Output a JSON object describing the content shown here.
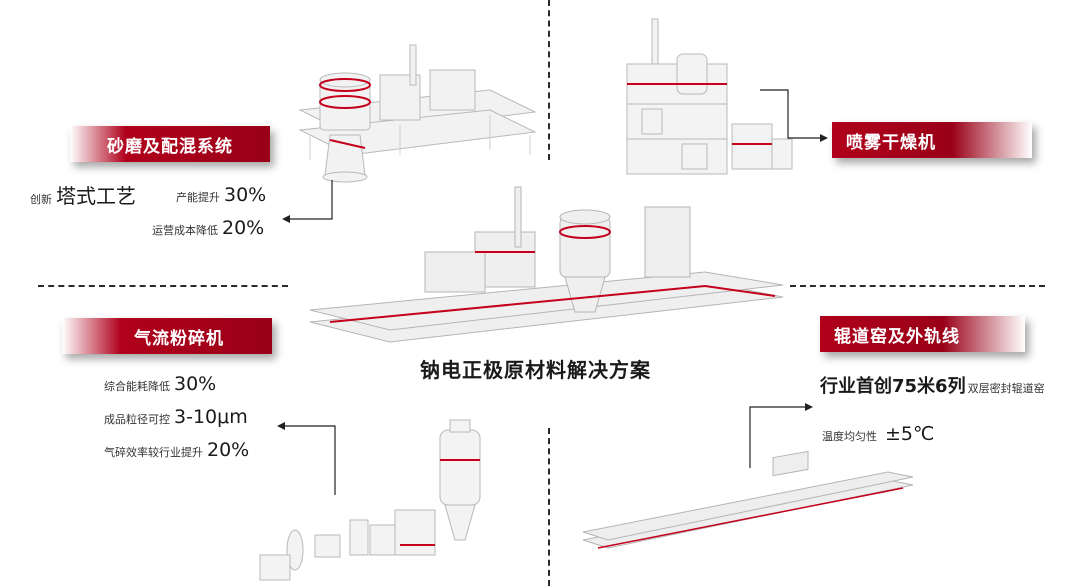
{
  "center_title": "钠电正极原材料解决方案",
  "sections": {
    "grinding": {
      "banner": "砂磨及配混系统",
      "stats": [
        {
          "label": "创新",
          "value": "塔式工艺"
        },
        {
          "label": "产能提升",
          "value": "30%"
        },
        {
          "label": "运营成本降低",
          "value": "20%"
        }
      ]
    },
    "spray": {
      "banner": "喷雾干燥机"
    },
    "airflow": {
      "banner": "气流粉碎机",
      "stats": [
        {
          "label": "综合能耗降低",
          "value": "30%"
        },
        {
          "label": "成品粒径可控",
          "value": "3-10μm"
        },
        {
          "label": "气碎效率较行业提升",
          "value": "20%"
        }
      ]
    },
    "kiln": {
      "banner": "辊道窑及外轨线",
      "headline": "行业首创75米6列",
      "headline_suffix": "双层密封辊道窑",
      "stats": [
        {
          "label": "温度均匀性",
          "value": "±5℃"
        }
      ]
    }
  },
  "colors": {
    "accent": "#b0001b",
    "line": "#2a2a2a"
  },
  "icons": [
    "grinding-plant-illustration",
    "spray-dryer-illustration",
    "central-plant-illustration",
    "airflow-mill-illustration",
    "roller-kiln-illustration"
  ]
}
